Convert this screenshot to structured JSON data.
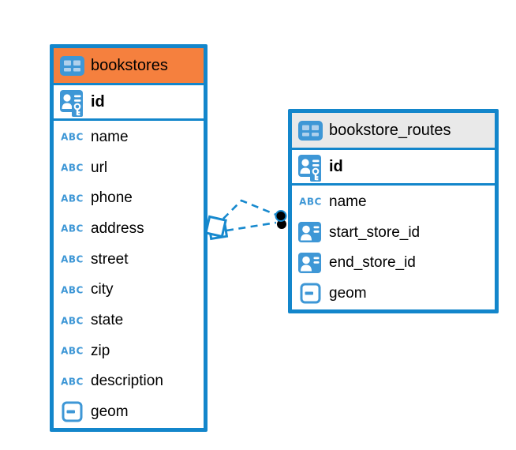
{
  "diagram": {
    "background": "#ffffff",
    "accent_blue": "#1386CB",
    "icon_blue": "#3E97D6",
    "icon_cell_blue": "#AFD0EC"
  },
  "tables": [
    {
      "name": "bookstores",
      "header_color": "#F5803E",
      "icon": "table-icon",
      "pk": {
        "label": "id",
        "icon": "primary-key-icon"
      },
      "columns": [
        {
          "label": "name",
          "icon": "text-icon"
        },
        {
          "label": "url",
          "icon": "text-icon"
        },
        {
          "label": "phone",
          "icon": "text-icon"
        },
        {
          "label": "address",
          "icon": "text-icon"
        },
        {
          "label": "street",
          "icon": "text-icon"
        },
        {
          "label": "city",
          "icon": "text-icon"
        },
        {
          "label": "state",
          "icon": "text-icon"
        },
        {
          "label": "zip",
          "icon": "text-icon"
        },
        {
          "label": "description",
          "icon": "text-icon"
        },
        {
          "label": "geom",
          "icon": "geometry-icon"
        }
      ]
    },
    {
      "name": "bookstore_routes",
      "header_color": "#E9E9E9",
      "icon": "table-icon",
      "pk": {
        "label": "id",
        "icon": "primary-key-icon"
      },
      "columns": [
        {
          "label": "name",
          "icon": "text-icon"
        },
        {
          "label": "start_store_id",
          "icon": "ref-icon"
        },
        {
          "label": "end_store_id",
          "icon": "ref-icon"
        },
        {
          "label": "geom",
          "icon": "geometry-icon"
        }
      ]
    }
  ],
  "connector": {
    "style": "dashed",
    "color": "#1789CE",
    "line_count": 2,
    "left_marker": "diamond-marker",
    "right_marker": "dot-marker",
    "text_icon_glyph": "ABC"
  }
}
